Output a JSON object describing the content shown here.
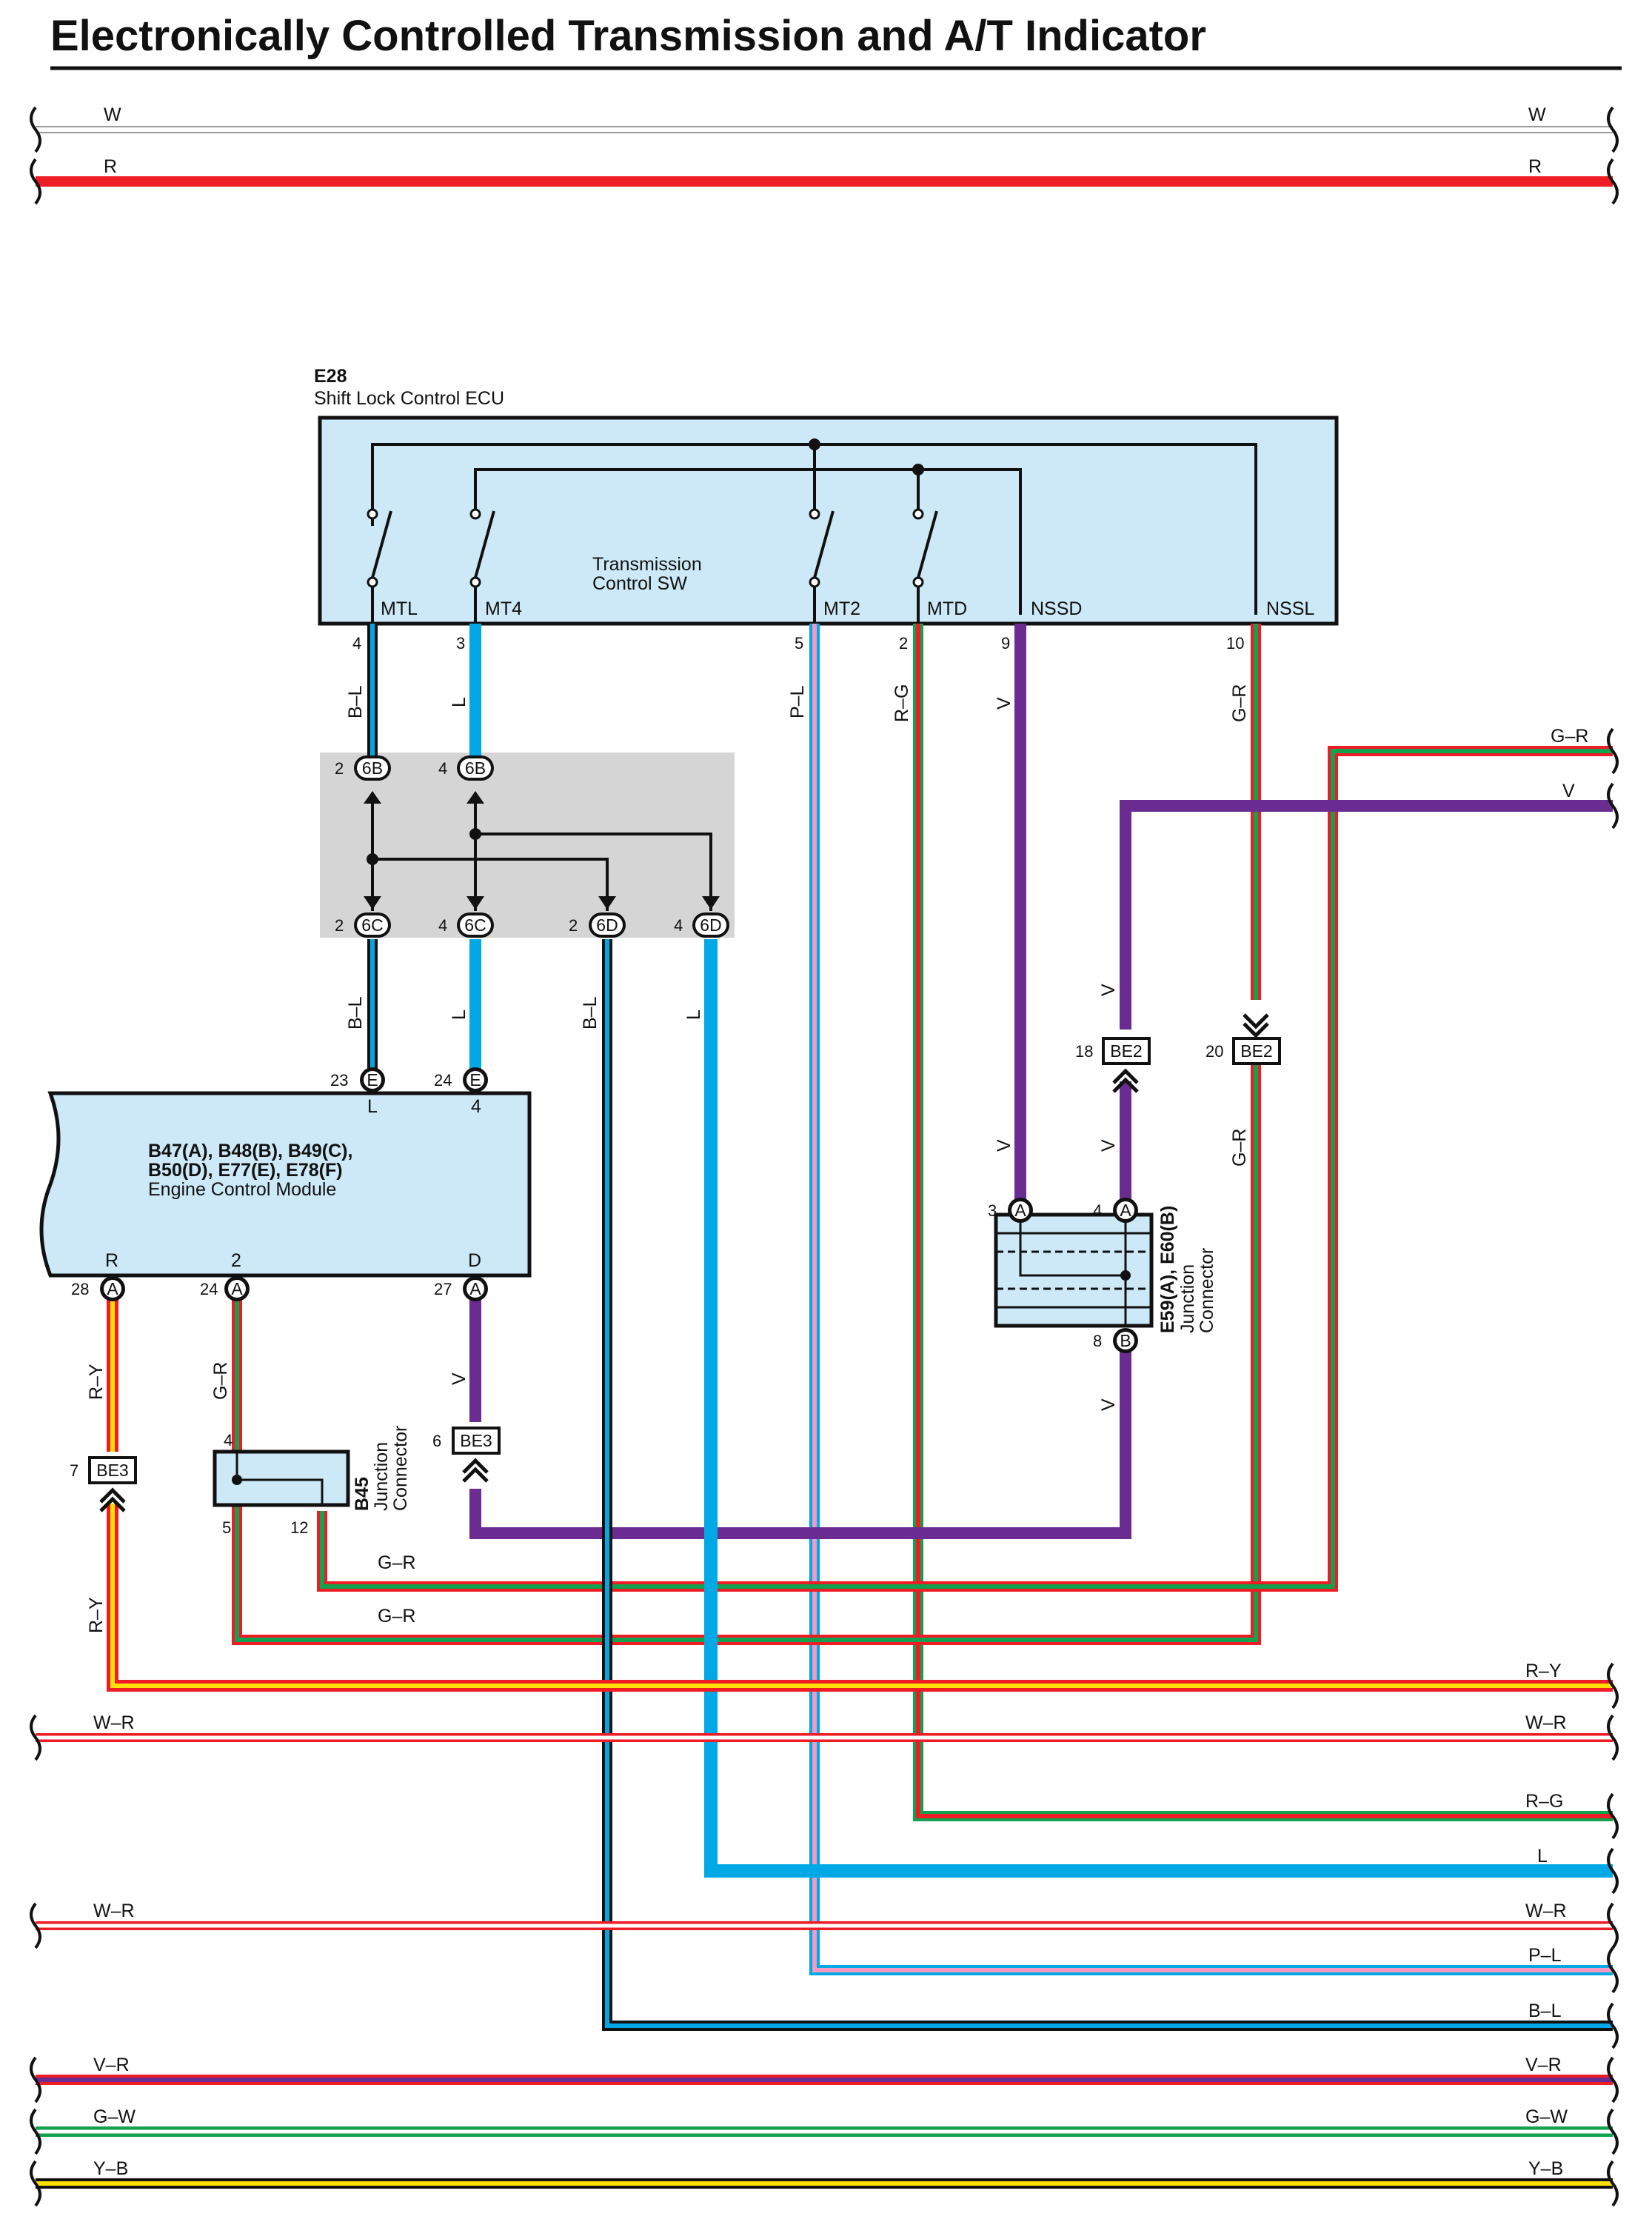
{
  "title": "Electronically Controlled Transmission and A/T Indicator",
  "colors": {
    "W": "#d8d8d8",
    "R": "#ee1c25",
    "L": "#00a9e6",
    "V": "#6b2c91",
    "G": "#12a14f",
    "P": "#f49ac2",
    "B": "#111111",
    "Y": "#ffe000",
    "component_fill": "#cde9f8",
    "junction_fill": "#d5d5d6"
  },
  "top_wires": {
    "w_left": "W",
    "w_right": "W",
    "r_left": "R",
    "r_right": "R"
  },
  "ecu": {
    "code": "E28",
    "name": "Shift Lock Control ECU",
    "switch_label_1": "Transmission",
    "switch_label_2": "Control SW",
    "terminals": {
      "mtl": "MTL",
      "mt4": "MT4",
      "mt2": "MT2",
      "mtd": "MTD",
      "nssd": "NSSD",
      "nssl": "NSSL"
    },
    "pins": {
      "mtl": "4",
      "mt4": "3",
      "mt2": "5",
      "mtd": "2",
      "nssd": "9",
      "nssl": "10"
    }
  },
  "wire_labels": {
    "bl": "B–L",
    "l": "L",
    "pl": "P–L",
    "rg": "R–G",
    "v": "V",
    "gr": "G–R",
    "ry": "R–Y"
  },
  "junction": {
    "c6b": "6B",
    "c6c": "6C",
    "c6d": "6D",
    "p2": "2",
    "p4": "4"
  },
  "ecm": {
    "codes_1": "B47(A), B48(B), B49(C),",
    "codes_2": "B50(D), E77(E), E78(F)",
    "name": "Engine Control Module",
    "term_l": "L",
    "term_4": "4",
    "term_r": "R",
    "term_2": "2",
    "term_d": "D",
    "pin_23": "23",
    "pin_24": "24",
    "pin_28": "28",
    "pin_24b": "24",
    "pin_27": "27",
    "conn_e": "E",
    "conn_a": "A"
  },
  "be2": {
    "label": "BE2",
    "pin_18": "18",
    "pin_20": "20"
  },
  "be3": {
    "label": "BE3",
    "pin_6": "6",
    "pin_7": "7"
  },
  "e59": {
    "code": "E59(A), E60(B)",
    "name_1": "Junction",
    "name_2": "Connector",
    "pin_3": "3",
    "pin_4": "4",
    "pin_8": "8",
    "conn_a": "A",
    "conn_b": "B"
  },
  "b45": {
    "code": "B45",
    "name_1": "Junction",
    "name_2": "Connector",
    "pin_4": "4",
    "pin_5": "5",
    "pin_12": "12"
  },
  "right_wires": {
    "gr": "G–R",
    "v": "V",
    "ry": "R–Y",
    "wr": "W–R",
    "rg": "R–G",
    "l": "L",
    "wr2": "W–R",
    "pl": "P–L",
    "bl": "B–L",
    "vr": "V–R",
    "gw": "G–W",
    "yb": "Y–B"
  },
  "left_wires": {
    "wr": "W–R",
    "wr2": "W–R",
    "vr": "V–R",
    "gw": "G–W",
    "yb": "Y–B"
  },
  "internal_labels": {
    "gr_upper": "G–R",
    "gr_lower": "G–R"
  }
}
